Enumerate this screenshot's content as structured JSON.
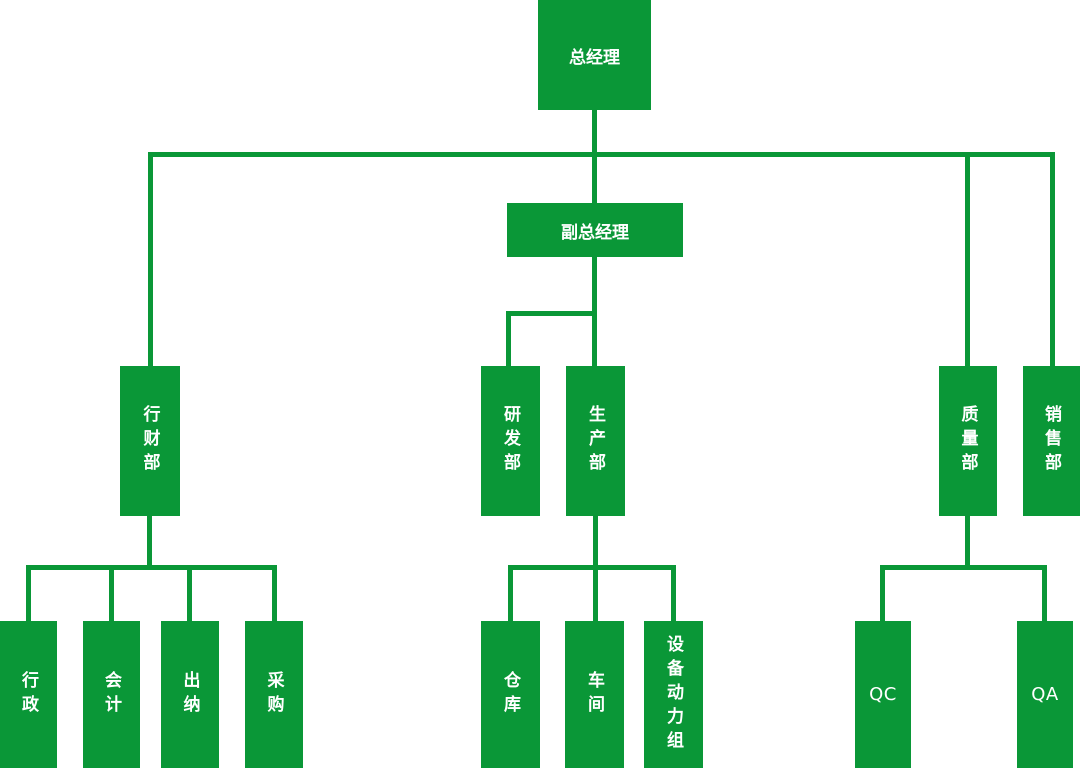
{
  "colors": {
    "node_fill": "#0A9737",
    "connector": "#0A9737",
    "node_text": "#FFFFFF",
    "background": "#FFFFFF"
  },
  "org_chart": {
    "type": "organization-chart",
    "nodes": {
      "general_manager": {
        "label": "总经理",
        "orientation": "horizontal",
        "level": 1
      },
      "deputy_general_manager": {
        "label": "副总经理",
        "orientation": "horizontal",
        "level": 2
      },
      "finance_admin_dept": {
        "label": "行财部",
        "orientation": "vertical",
        "level": 3
      },
      "rd_dept": {
        "label": "研发部",
        "orientation": "vertical",
        "level": 3
      },
      "production_dept": {
        "label": "生产部",
        "orientation": "vertical",
        "level": 3
      },
      "quality_dept": {
        "label": "质量部",
        "orientation": "vertical",
        "level": 3
      },
      "sales_dept": {
        "label": "销售部",
        "orientation": "vertical",
        "level": 3
      },
      "admin": {
        "label": "行政",
        "orientation": "vertical",
        "level": 4
      },
      "accounting": {
        "label": "会计",
        "orientation": "vertical",
        "level": 4
      },
      "cashier": {
        "label": "出纳",
        "orientation": "vertical",
        "level": 4
      },
      "procurement": {
        "label": "采购",
        "orientation": "vertical",
        "level": 4
      },
      "warehouse": {
        "label": "仓库",
        "orientation": "vertical",
        "level": 4
      },
      "workshop": {
        "label": "车间",
        "orientation": "vertical",
        "level": 4
      },
      "equipment_power_group": {
        "label": "设备动力组",
        "orientation": "vertical",
        "level": 4
      },
      "qc": {
        "label": "QC",
        "orientation": "horizontal",
        "level": 4
      },
      "qa": {
        "label": "QA",
        "orientation": "horizontal",
        "level": 4
      }
    },
    "edges": [
      [
        "总经理",
        "副总经理"
      ],
      [
        "总经理",
        "行财部"
      ],
      [
        "总经理",
        "质量部"
      ],
      [
        "总经理",
        "销售部"
      ],
      [
        "副总经理",
        "研发部"
      ],
      [
        "副总经理",
        "生产部"
      ],
      [
        "行财部",
        "行政"
      ],
      [
        "行财部",
        "会计"
      ],
      [
        "行财部",
        "出纳"
      ],
      [
        "行财部",
        "采购"
      ],
      [
        "生产部",
        "仓库"
      ],
      [
        "生产部",
        "车间"
      ],
      [
        "生产部",
        "设备动力组"
      ],
      [
        "质量部",
        "QC"
      ],
      [
        "质量部",
        "QA"
      ]
    ]
  }
}
